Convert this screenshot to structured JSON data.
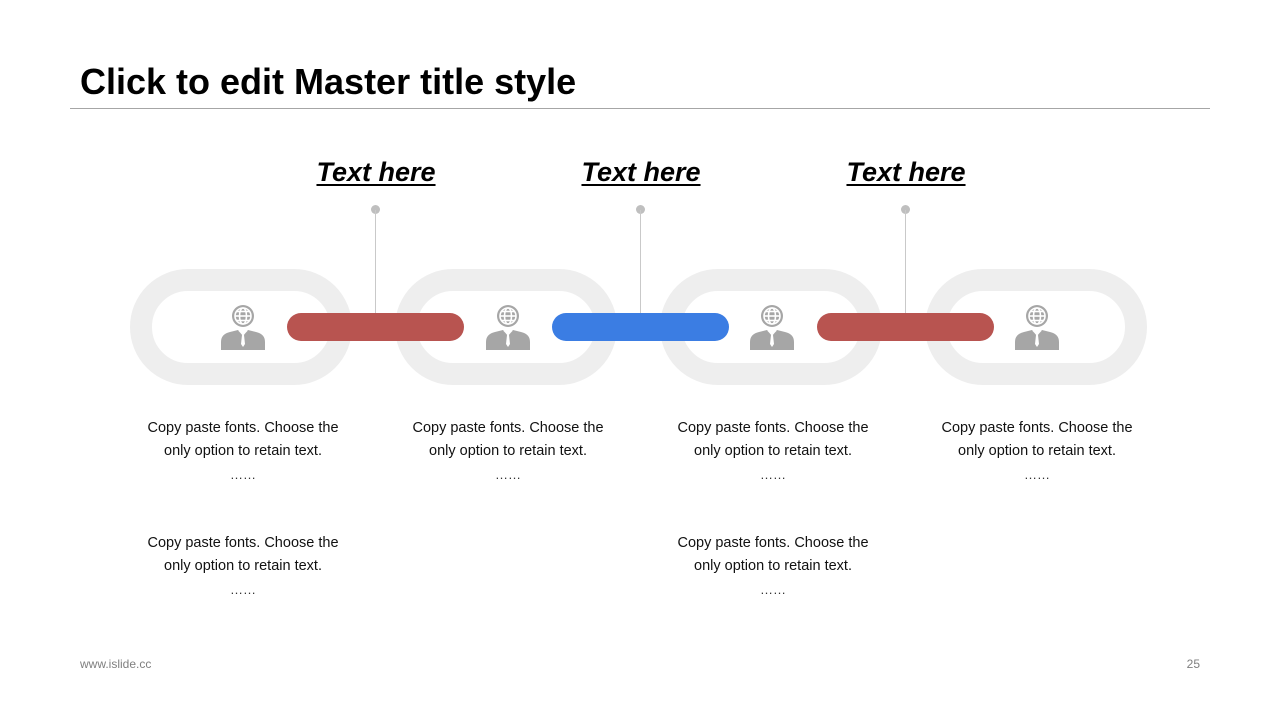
{
  "slide": {
    "title": "Click to edit Master title style"
  },
  "labels": [
    "Text here",
    "Text here",
    "Text here"
  ],
  "colors": {
    "bar_red": "#b85450",
    "bar_blue": "#3b7de3",
    "chain_gray": "#eeeeee",
    "icon_gray": "#a6a6a6",
    "pin_gray": "#bfbfbf"
  },
  "connectors": [
    {
      "color_key": "bar_red"
    },
    {
      "color_key": "bar_blue"
    },
    {
      "color_key": "bar_red"
    }
  ],
  "icons": [
    "businessman-globe-icon",
    "businessman-globe-icon",
    "businessman-globe-icon",
    "businessman-globe-icon"
  ],
  "captions_top": [
    {
      "line1": "Copy paste fonts. Choose the",
      "line2": "only option to retain text.",
      "dots": "……"
    },
    {
      "line1": "Copy paste fonts. Choose the",
      "line2": "only option to retain text.",
      "dots": "……"
    },
    {
      "line1": "Copy paste fonts. Choose the",
      "line2": "only option to retain text.",
      "dots": "……"
    },
    {
      "line1": "Copy paste fonts. Choose the",
      "line2": "only option to retain text.",
      "dots": "……"
    }
  ],
  "captions_bottom": [
    {
      "line1": "Copy paste fonts. Choose the",
      "line2": "only option to retain text.",
      "dots": "……"
    },
    {
      "line1": "Copy paste fonts. Choose the",
      "line2": "only option to retain text.",
      "dots": "……"
    }
  ],
  "footer": {
    "url": "www.islide.cc",
    "page": "25"
  }
}
